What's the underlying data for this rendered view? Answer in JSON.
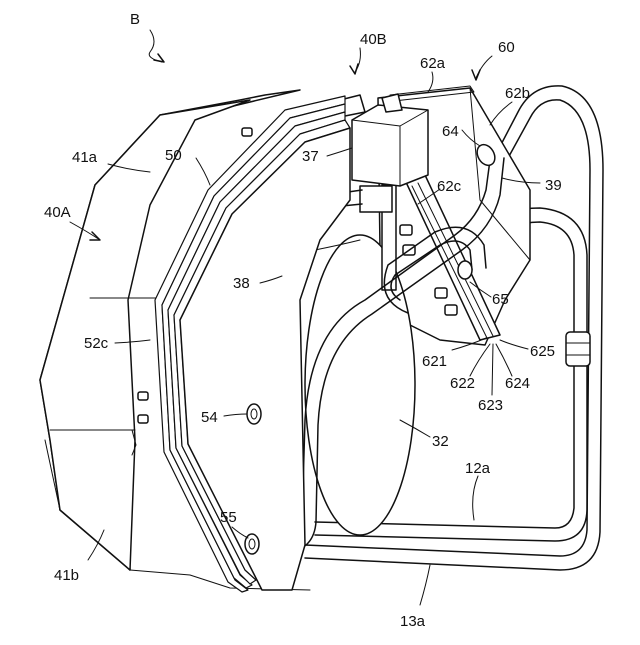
{
  "figure_labels": {
    "B": "B",
    "l40B": "40B",
    "l62a": "62a",
    "l60": "60",
    "l62b": "62b",
    "l41a": "41a",
    "l50": "50",
    "l37": "37",
    "l64": "64",
    "l40A": "40A",
    "l62c": "62c",
    "l39": "39",
    "l38": "38",
    "l65": "65",
    "l52c": "52c",
    "l621": "621",
    "l625": "625",
    "l622": "622",
    "l624": "624",
    "l623": "623",
    "l54": "54",
    "l32": "32",
    "l12a": "12a",
    "l55": "55",
    "l41b": "41b",
    "l13a": "13a"
  }
}
